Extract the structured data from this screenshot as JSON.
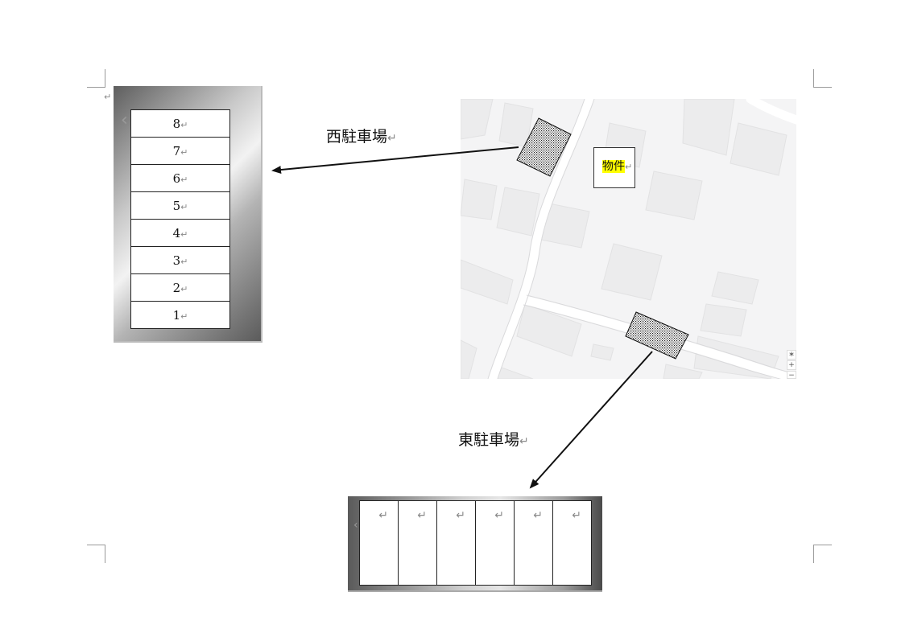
{
  "paragraph_mark": "↵",
  "map": {
    "property_label": "物件",
    "controls": [
      "∗",
      "+",
      "−"
    ]
  },
  "west_parking": {
    "caption": "西駐車場",
    "spaces": [
      "8",
      "7",
      "6",
      "5",
      "4",
      "3",
      "2",
      "1"
    ]
  },
  "east_parking": {
    "caption": "東駐車場",
    "spaces": [
      "",
      "",
      "",
      "",
      "",
      ""
    ]
  },
  "colors": {
    "highlight": "#ffff00",
    "arrow": "#111111",
    "map_background": "#f4f4f5"
  }
}
